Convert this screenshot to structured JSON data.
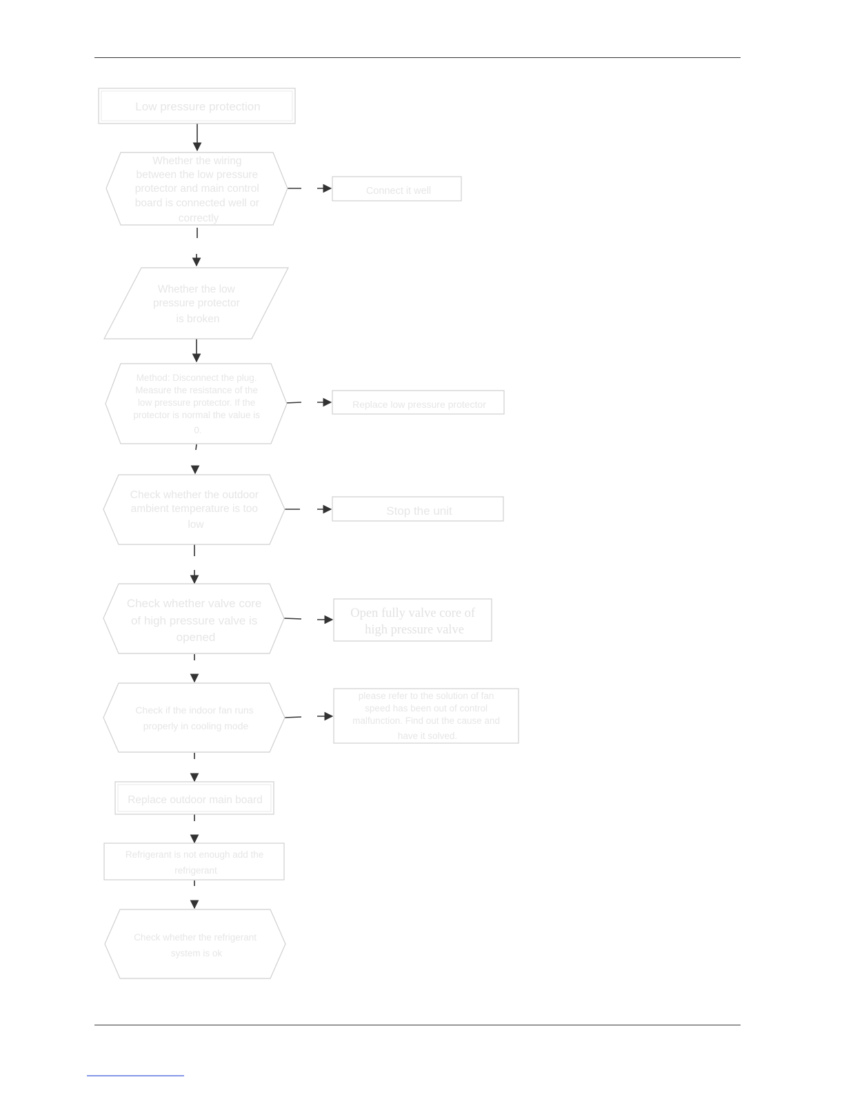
{
  "flowchart": {
    "start": "Low pressure protection",
    "steps": [
      {
        "question": [
          "Whether  the wiring",
          "between the low pressure",
          "protector and main control",
          "board is connected well or",
          "correctly"
        ],
        "action": [
          "Connect it well"
        ]
      },
      {
        "question": [
          "Whether the low",
          "pressure protector",
          "is broken"
        ]
      },
      {
        "question": [
          "Method: Disconnect the plug.",
          "Measure the resistance of the",
          "low pressure protector. If the",
          "protector is normal the value is",
          "0."
        ],
        "action": [
          "Replace low pressure protector"
        ]
      },
      {
        "question": [
          "Check whether the outdoor",
          "ambient temperature is too",
          "low"
        ],
        "action": [
          "Stop the unit"
        ]
      },
      {
        "question": [
          "Check whether valve core",
          "of high pressure valve is",
          "opened"
        ],
        "action": [
          "Open fully valve core of",
          "high pressure valve"
        ]
      },
      {
        "question": [
          "Check if the indoor fan runs",
          "properly in cooling mode"
        ],
        "action": [
          "please refer to the solution of fan",
          "speed has been out of control",
          "malfunction. Find out the cause and",
          "have it solved."
        ]
      }
    ],
    "replace_board": "Replace outdoor main board",
    "refrigerant": [
      "Refrigerant is not enough add the",
      "refrigerant"
    ],
    "final_check": [
      "Check whether the refrigerant",
      "system is ok"
    ]
  },
  "colors": {
    "text": "#e6e6e6",
    "border": "#cfcfcf",
    "connector": "#333333",
    "rule": "#333333",
    "footer_link": "#3b5bdb"
  }
}
